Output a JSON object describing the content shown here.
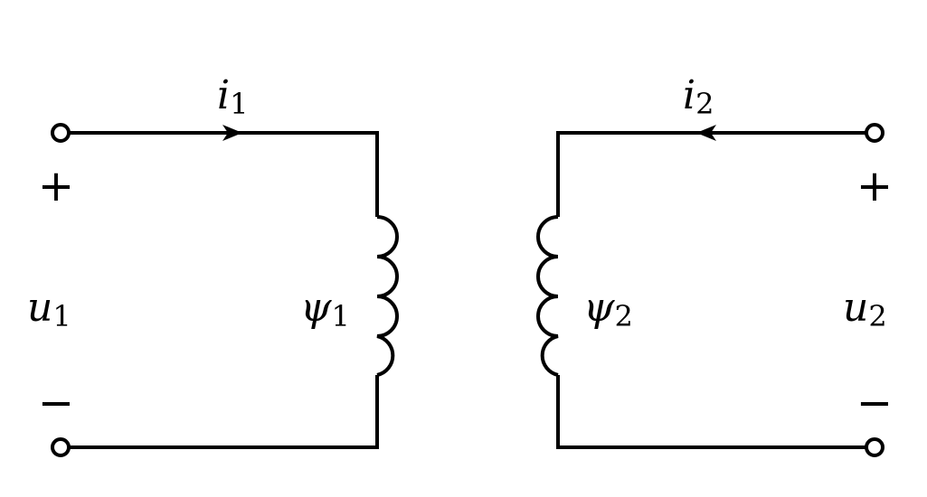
{
  "diagram": {
    "title": "Two coupled inductors (two-port circuit)",
    "left_port": {
      "current": {
        "symbol": "i",
        "subscript": "1"
      },
      "voltage": {
        "symbol": "u",
        "subscript": "1"
      },
      "flux": {
        "symbol": "ψ",
        "subscript": "1"
      },
      "plus": "+",
      "minus": "−"
    },
    "right_port": {
      "current": {
        "symbol": "i",
        "subscript": "2"
      },
      "voltage": {
        "symbol": "u",
        "subscript": "2"
      },
      "flux": {
        "symbol": "ψ",
        "subscript": "2"
      },
      "plus": "+",
      "minus": "−"
    },
    "colors": {
      "stroke": "#000000",
      "background": "#ffffff"
    }
  }
}
